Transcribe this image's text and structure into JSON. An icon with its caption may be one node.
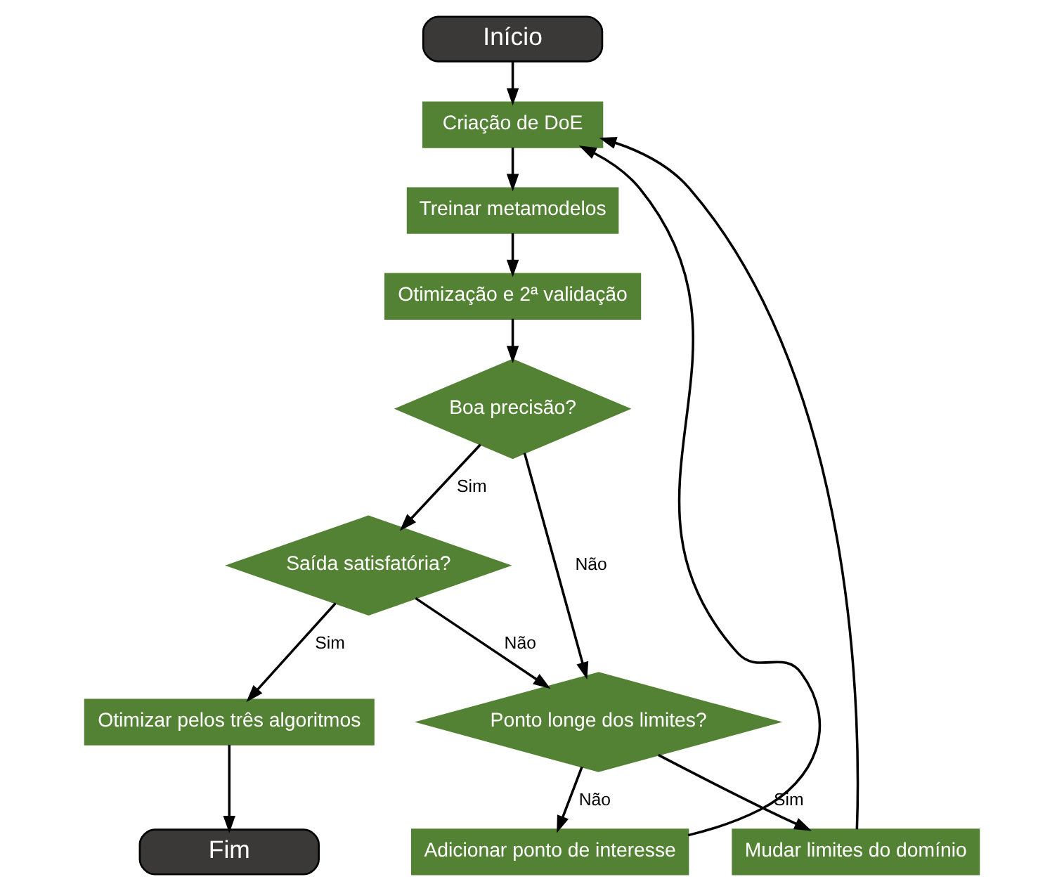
{
  "diagram": {
    "nodes": [
      {
        "text": [
          "Início"
        ]
      },
      {
        "text": [
          "Criação de DoE"
        ]
      },
      {
        "text": [
          "Treinar metamodelos"
        ]
      },
      {
        "text": [
          "Otimização e 2ª validação"
        ]
      },
      {
        "text": [
          "Boa precisão?"
        ]
      },
      {
        "text": [
          "Saída satisfatória?"
        ]
      },
      {
        "text": [
          "Otimizar pelos três algoritmos"
        ]
      },
      {
        "text": [
          "Fim"
        ]
      },
      {
        "text": [
          "Adicionar ponto de interesse"
        ]
      },
      {
        "text": [
          "Ponto longe dos limites?"
        ]
      },
      {
        "text": [
          "Mudar limites do domínio"
        ]
      }
    ],
    "edges": [
      {
        "from": 0,
        "to": 1,
        "arrow": "to"
      },
      {
        "from": 1,
        "to": 2,
        "arrow": "to"
      },
      {
        "from": 2,
        "to": 3,
        "arrow": "to"
      },
      {
        "from": 3,
        "to": 4,
        "arrow": "to"
      },
      {
        "from": 4,
        "to": 5,
        "arrow": "to",
        "label": "Sim"
      },
      {
        "from": 4,
        "to": 9,
        "arrow": "to",
        "label": "Não"
      },
      {
        "from": 5,
        "to": 9,
        "arrow": "to",
        "label": "Não"
      },
      {
        "from": 5,
        "to": 6,
        "arrow": "to",
        "label": "Sim"
      },
      {
        "from": 6,
        "to": 7,
        "arrow": "to"
      },
      {
        "from": 9,
        "to": 8,
        "arrow": "to",
        "label": "Não"
      },
      {
        "from": 9,
        "to": 10,
        "arrow": "to",
        "label": "Sim"
      },
      {
        "from": 8,
        "to": 1,
        "arrow": "to"
      },
      {
        "from": 10,
        "to": 1,
        "arrow": "to"
      }
    ]
  }
}
